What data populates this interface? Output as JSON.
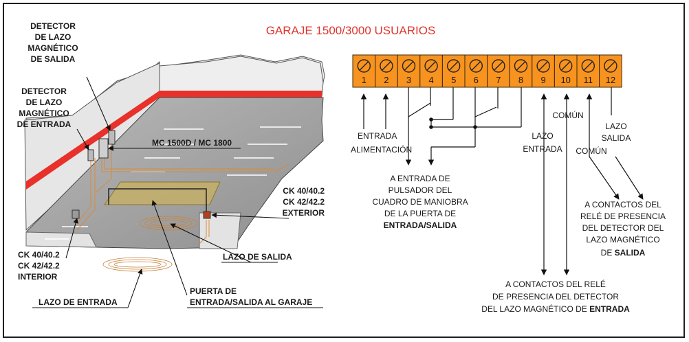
{
  "title": "GARAJE 1500/3000 USUARIOS",
  "colors": {
    "terminal": "#f7931e",
    "stripe": "#e8312a",
    "title": "#e0352f",
    "gate": "#c8b060"
  },
  "terminals": [
    "1",
    "2",
    "3",
    "4",
    "5",
    "6",
    "7",
    "8",
    "9",
    "10",
    "11",
    "12"
  ],
  "garage_labels": {
    "detector_exit": [
      "DETECTOR",
      "DE LAZO",
      "MAGNÉTICO",
      "DE SALIDA"
    ],
    "detector_entry": [
      "DETECTOR",
      "DE LAZO",
      "MAGNÉTICO",
      "DE ENTRADA"
    ],
    "mc_model": "MC 1500D / MC 1800",
    "ck_exterior": [
      "CK 40/40.2",
      "CK 42/42.2",
      "EXTERIOR"
    ],
    "ck_interior": [
      "CK 40/40.2",
      "CK 42/42.2",
      "INTERIOR"
    ],
    "loop_exit": "LAZO DE SALIDA",
    "loop_entry": "LAZO DE ENTRADA",
    "gate": [
      "PUERTA DE",
      "ENTRADA/SALIDA AL GARAJE"
    ]
  },
  "wiring_labels": {
    "entrada": "ENTRADA",
    "alimentacion": "ALIMENTACIÓN",
    "lazo_entrada": [
      "LAZO",
      "ENTRADA"
    ],
    "comun_1": "COMÚN",
    "comun_2": "COMÚN",
    "lazo_salida": [
      "LAZO",
      "SALIDA"
    ],
    "pulsador": [
      "A ENTRADA DE",
      "PULSADOR DEL",
      "CUADRO DE MANIOBRA",
      "DE LA PUERTA DE"
    ],
    "pulsador_bold": "ENTRADA/SALIDA",
    "contactos_salida": [
      "A CONTACTOS DEL",
      "RELÉ DE PRESENCIA",
      "DEL DETECTOR DEL",
      "LAZO MAGNÉTICO"
    ],
    "contactos_salida_prefix": "DE ",
    "contactos_salida_bold": "SALIDA",
    "contactos_entrada": [
      "A CONTACTOS DEL RELÉ",
      "DE PRESENCIA DEL DETECTOR"
    ],
    "contactos_entrada_prefix": "DEL LAZO MAGNÉTICO DE ",
    "contactos_entrada_bold": "ENTRADA"
  }
}
